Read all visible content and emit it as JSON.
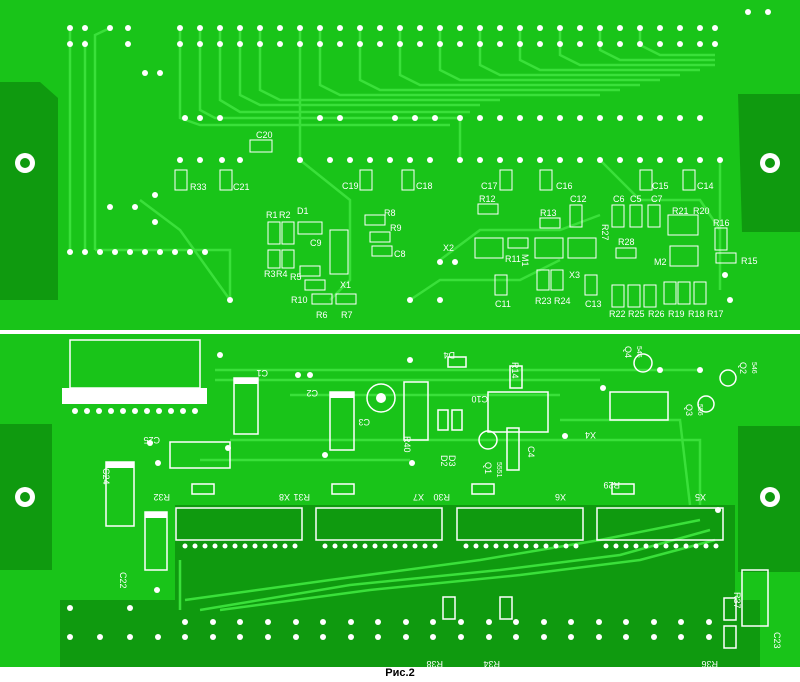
{
  "caption": "Рис.2",
  "colors": {
    "board": "#19c419",
    "board_dark": "#0f9a0f",
    "copper": "#33dd33",
    "silk": "#ffffff",
    "pad": "#ffffff",
    "background": "#ffffff"
  },
  "top_board_labels": [
    {
      "text": "C20"
    },
    {
      "text": "R33"
    },
    {
      "text": "C21"
    },
    {
      "text": "C19"
    },
    {
      "text": "C18"
    },
    {
      "text": "C17"
    },
    {
      "text": "C16"
    },
    {
      "text": "C15"
    },
    {
      "text": "C14"
    },
    {
      "text": "R1"
    },
    {
      "text": "R2"
    },
    {
      "text": "D1"
    },
    {
      "text": "C9"
    },
    {
      "text": "R8"
    },
    {
      "text": "R9"
    },
    {
      "text": "C8"
    },
    {
      "text": "R3"
    },
    {
      "text": "R4"
    },
    {
      "text": "R5"
    },
    {
      "text": "X1"
    },
    {
      "text": "R10"
    },
    {
      "text": "R6"
    },
    {
      "text": "R7"
    },
    {
      "text": "R12"
    },
    {
      "text": "R13"
    },
    {
      "text": "C12"
    },
    {
      "text": "C6"
    },
    {
      "text": "C5"
    },
    {
      "text": "C7"
    },
    {
      "text": "R21"
    },
    {
      "text": "R20"
    },
    {
      "text": "R16"
    },
    {
      "text": "X2"
    },
    {
      "text": "M1"
    },
    {
      "text": "R11"
    },
    {
      "text": "R27"
    },
    {
      "text": "R28"
    },
    {
      "text": "M2"
    },
    {
      "text": "R15"
    },
    {
      "text": "X3"
    },
    {
      "text": "C11"
    },
    {
      "text": "R23"
    },
    {
      "text": "R24"
    },
    {
      "text": "C13"
    },
    {
      "text": "R22"
    },
    {
      "text": "R25"
    },
    {
      "text": "R26"
    },
    {
      "text": "R19"
    },
    {
      "text": "R18"
    },
    {
      "text": "R17"
    }
  ],
  "bottom_board_labels": [
    {
      "text": "D4"
    },
    {
      "text": "R14"
    },
    {
      "text": "Q4",
      "sub": "546"
    },
    {
      "text": "Q2",
      "sub": "546"
    },
    {
      "text": "C1"
    },
    {
      "text": "C2"
    },
    {
      "text": "C3"
    },
    {
      "text": "R40"
    },
    {
      "text": "C10"
    },
    {
      "text": "Q3",
      "sub": "556"
    },
    {
      "text": "X4"
    },
    {
      "text": "C25"
    },
    {
      "text": "D2"
    },
    {
      "text": "D3"
    },
    {
      "text": "Q1",
      "sub": "5551"
    },
    {
      "text": "C4"
    },
    {
      "text": "C24"
    },
    {
      "text": "R32"
    },
    {
      "text": "X8"
    },
    {
      "text": "R31"
    },
    {
      "text": "X7"
    },
    {
      "text": "R30"
    },
    {
      "text": "X6"
    },
    {
      "text": "R29"
    },
    {
      "text": "X5"
    },
    {
      "text": "C22"
    },
    {
      "text": "R37"
    },
    {
      "text": "C23"
    },
    {
      "text": "R38"
    },
    {
      "text": "R34"
    },
    {
      "text": "R36"
    }
  ]
}
